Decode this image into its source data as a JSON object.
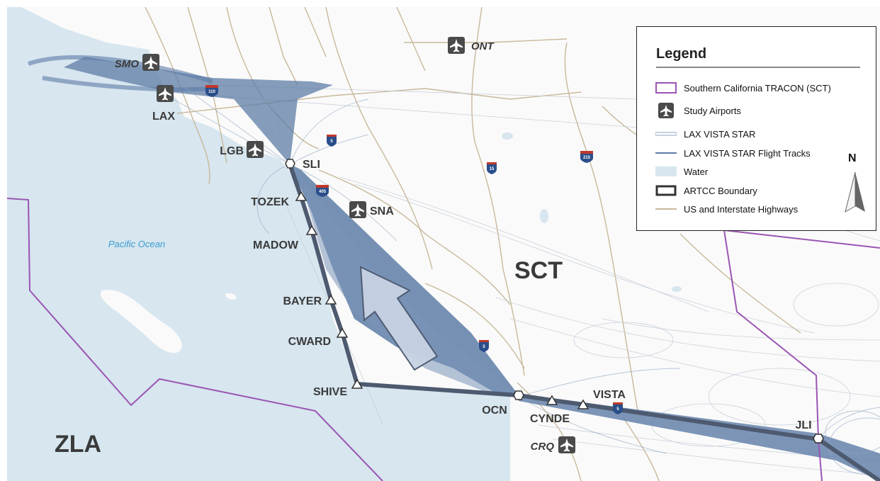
{
  "regions": {
    "sct": "SCT",
    "zla": "ZLA",
    "ocean": "Pacific Ocean"
  },
  "airports": [
    {
      "code": "SMO",
      "italic": true
    },
    {
      "code": "LAX",
      "italic": false
    },
    {
      "code": "LGB",
      "italic": false
    },
    {
      "code": "SNA",
      "italic": false
    },
    {
      "code": "ONT",
      "italic": true
    },
    {
      "code": "CRQ",
      "italic": true
    }
  ],
  "waypoints": [
    "SLI",
    "TOZEK",
    "MADOW",
    "BAYER",
    "CWARD",
    "SHIVE",
    "OCN",
    "CYNDE",
    "VISTA",
    "JLI"
  ],
  "highway_shields": [
    "110",
    "5",
    "405",
    "15",
    "215",
    "5",
    "5"
  ],
  "legend": {
    "title": "Legend",
    "items": [
      {
        "label": "Southern California TRACON (SCT)",
        "symbol": "tracon-box-icon"
      },
      {
        "label": "Study Airports",
        "symbol": "airport-icon"
      },
      {
        "label": "LAX VISTA STAR",
        "symbol": "star-line-icon"
      },
      {
        "label": "LAX VISTA STAR Flight Tracks",
        "symbol": "flight-track-line-icon"
      },
      {
        "label": "Water",
        "symbol": "water-box-icon"
      },
      {
        "label": "ARTCC Boundary",
        "symbol": "artcc-box-icon"
      },
      {
        "label": "US and Interstate Highways",
        "symbol": "highway-line-icon"
      }
    ],
    "north_label": "N"
  },
  "colors": {
    "water": "#d7e6ef",
    "tracon": "#9a55b3",
    "flight_tracks": "#5d7ca6",
    "star_route": "#4d5a70",
    "highway": "#c8b99a",
    "airport_icon": "#4a4a4a",
    "label": "#3a3a3a",
    "ocean_label": "#3b9bd0"
  }
}
